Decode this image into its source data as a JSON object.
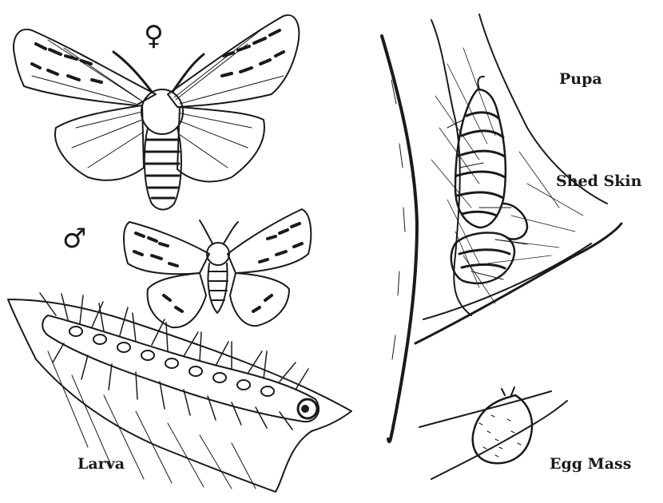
{
  "symbols": {
    "female": "♀",
    "male": "♂"
  },
  "labels": {
    "pupa": "Pupa",
    "shed_skin": "Shed Skin",
    "larva": "Larva",
    "egg_mass": "Egg Mass"
  },
  "colors": {
    "ink": "#1a1a1a",
    "paper": "#ffffff"
  }
}
